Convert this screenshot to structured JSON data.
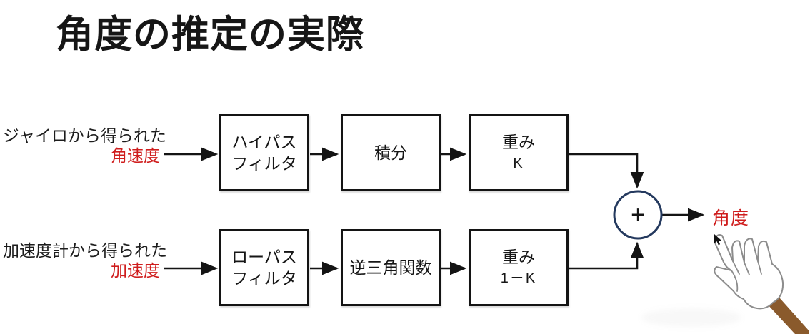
{
  "title": "角度の推定の実際",
  "inputs": {
    "gyro": {
      "line1": "ジャイロから得られた",
      "line2": "角速度"
    },
    "accel": {
      "line1": "加速度計から得られた",
      "line2": "加速度"
    }
  },
  "blocks": {
    "hpf": {
      "line1": "ハイパス",
      "line2": "フィルタ"
    },
    "integral": {
      "line1": "積分"
    },
    "weight_k": {
      "line1": "重み",
      "line2": "K"
    },
    "lpf": {
      "line1": "ローパス",
      "line2": "フィルタ"
    },
    "inverse_trig": {
      "line1": "逆三角関数"
    },
    "weight_1k": {
      "line1": "重み",
      "line2": "1－K"
    }
  },
  "sum": {
    "operator": "+"
  },
  "output": {
    "label": "角度"
  },
  "icons": {
    "sum_junction": "plus-circle",
    "pointer": "pointing-hand-with-stick",
    "cursor": "mouse-cursor-arrow"
  },
  "colors": {
    "emphasis": "#cf1d1d",
    "line": "#141414",
    "sum_circle_stroke": "#24395e",
    "stick_brown": "#8a5a2c",
    "hand_outline": "#8c8c8c"
  }
}
